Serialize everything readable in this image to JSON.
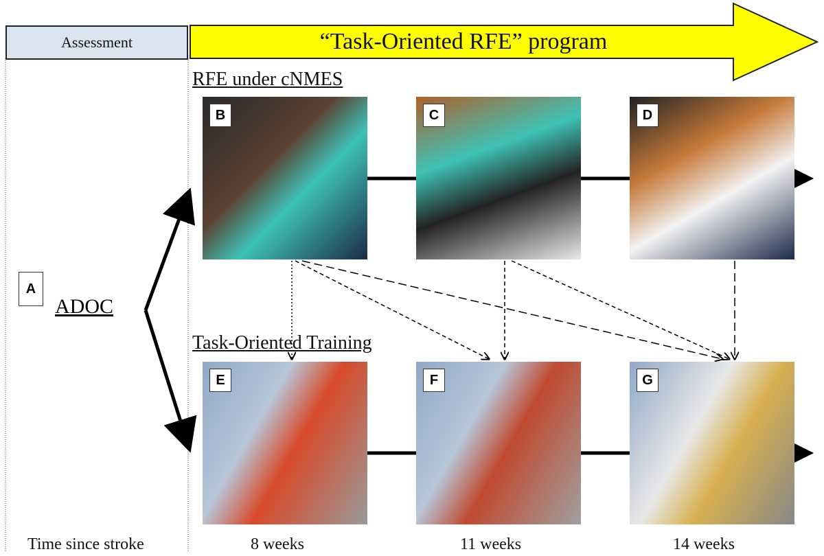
{
  "header": {
    "assessment": "Assessment",
    "program": "“Task-Oriented RFE” program"
  },
  "sections": {
    "rfe": "RFE under cNMES",
    "task": "Task-Oriented Training"
  },
  "assessment_panel": {
    "label": "A",
    "tool": "ADOC"
  },
  "photos_top": [
    {
      "label": "B"
    },
    {
      "label": "C"
    },
    {
      "label": "D"
    }
  ],
  "photos_bottom": [
    {
      "label": "E"
    },
    {
      "label": "F"
    },
    {
      "label": "G"
    }
  ],
  "timeline": {
    "axis_label": "Time since stroke",
    "points": [
      "8 weeks",
      "11 weeks",
      "14 weeks"
    ]
  },
  "colors": {
    "arrow": "#ffff00",
    "assessment_box": "#dbe5f1"
  }
}
